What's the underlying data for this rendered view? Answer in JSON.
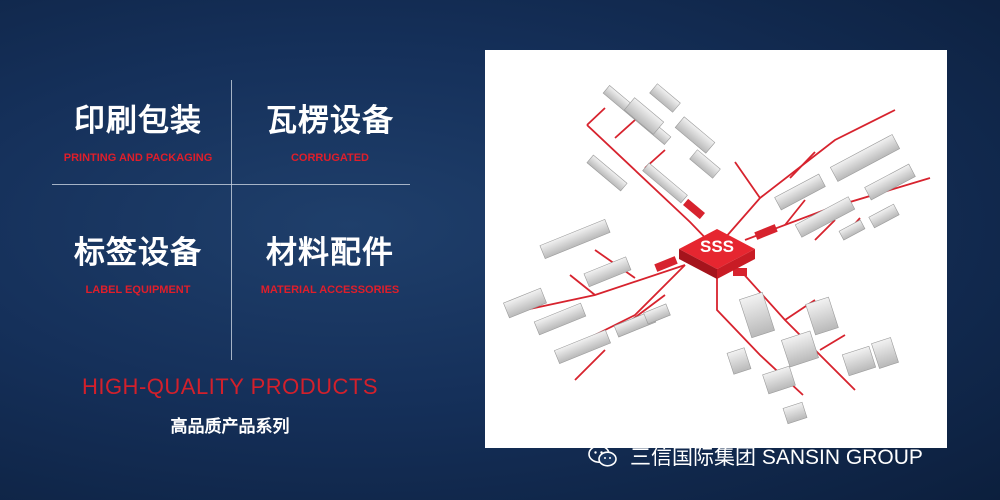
{
  "categories": [
    {
      "cn": "印刷包装",
      "en": "PRINTING AND PACKAGING"
    },
    {
      "cn": "瓦楞设备",
      "en": "CORRUGATED"
    },
    {
      "cn": "标签设备",
      "en": "LABEL EQUIPMENT"
    },
    {
      "cn": "材料配件",
      "en": "MATERIAL ACCESSORIES"
    }
  ],
  "tagline": {
    "en": "HIGH-QUALITY PRODUCTS",
    "cn": "高品质产品系列"
  },
  "diagram": {
    "center_logo": "SSS"
  },
  "brand": {
    "text": "三信国际集团 SANSIN GROUP",
    "icon": "wechat-icon"
  },
  "colors": {
    "accent": "#e01e2a",
    "background": "#15305a"
  }
}
